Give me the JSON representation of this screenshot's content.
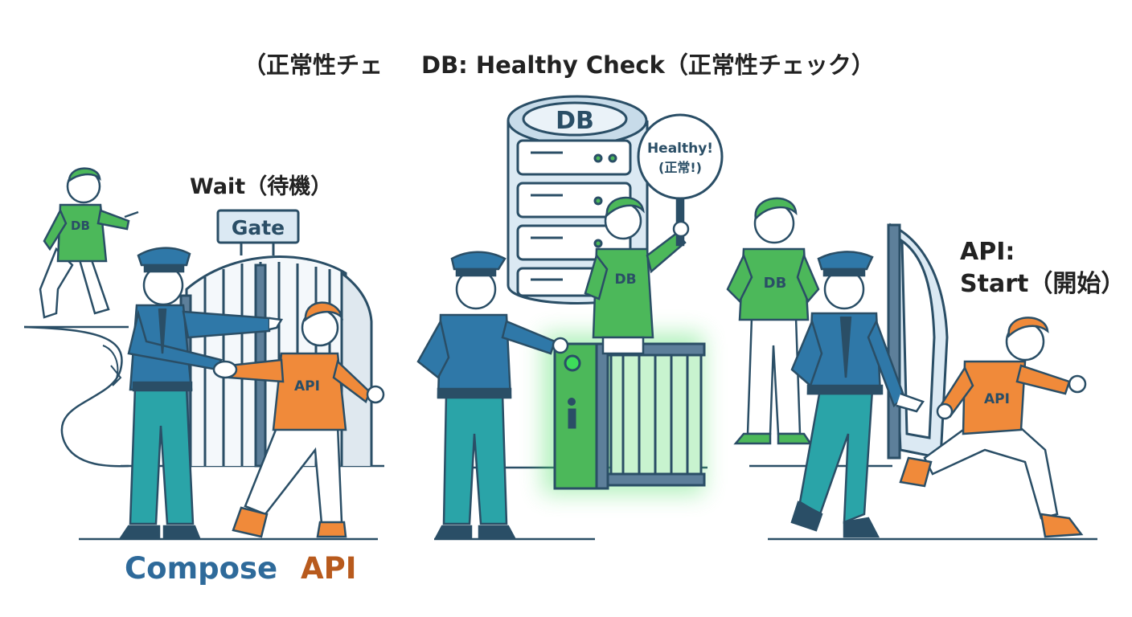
{
  "header": {
    "title_fragment": "（正常性チェ",
    "title": "DB: Healthy Check（正常性チェック）"
  },
  "scene1": {
    "caption": "Wait（待機）",
    "gate_sign": "Gate",
    "db_shirt": "DB",
    "api_shirt": "API"
  },
  "scene2": {
    "server_label": "DB",
    "sign_line1": "Healthy!",
    "sign_line2": "(正常!)",
    "db_shirt": "DB",
    "gate_light_color": "#3ddc5a"
  },
  "scene3": {
    "caption_line1": "API:",
    "caption_line2": "Start（開始）",
    "db_shirt": "DB",
    "api_shirt": "API"
  },
  "legend": {
    "compose": "Compose",
    "api": "API"
  },
  "colors": {
    "guard": "#2f78a8",
    "guard_pants": "#2aa4a8",
    "db_person": "#4cb85a",
    "api_person": "#f08a3a",
    "outline": "#2a4e66",
    "gate": "#5d7f9a"
  }
}
